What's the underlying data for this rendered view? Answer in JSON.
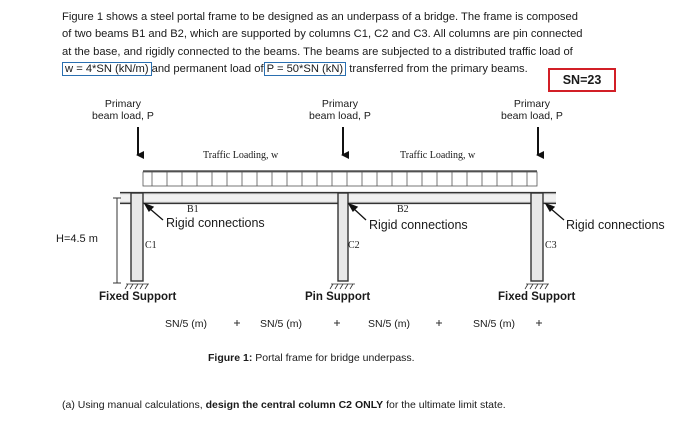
{
  "intro": {
    "line1": "Figure 1 shows a steel portal frame to be designed as an underpass of a bridge. The frame is composed",
    "line2": "of two beams B1 and B2, which are supported by columns C1, C2 and C3. All columns are pin connected",
    "line3": "at the base, and rigidly connected to the beams. The beams are subjected to a distributed traffic load of",
    "w_load": "w = 4*SN (kN/m)",
    "mid_and": "and permanent load of",
    "p_load": "P = 50*SN (kN)",
    "tail": "transferred from the primary beams."
  },
  "sn_box": "SN=23",
  "diagram": {
    "primary_beam_load": [
      "Primary",
      "beam load, P"
    ],
    "traffic_loading": "Traffic Loading, w",
    "beams": [
      "B1",
      "B2"
    ],
    "columns": [
      "C1",
      "C2",
      "C3"
    ],
    "rigid_connections": "Rigid connections",
    "height": "H=4.5 m",
    "supports": [
      "Fixed Support",
      "Pin Support",
      "Fixed Support"
    ],
    "spans": [
      "SN/5 (m)",
      "SN/5 (m)",
      "SN/5 (m)",
      "SN/5 (m)"
    ]
  },
  "caption": {
    "label": "Figure 1:",
    "text": " Portal frame for bridge underpass."
  },
  "part_a": {
    "prefix": "(a)  Using manual calculations, ",
    "bold": "design the central column C2 ONLY",
    "suffix": " for the ultimate limit state."
  }
}
